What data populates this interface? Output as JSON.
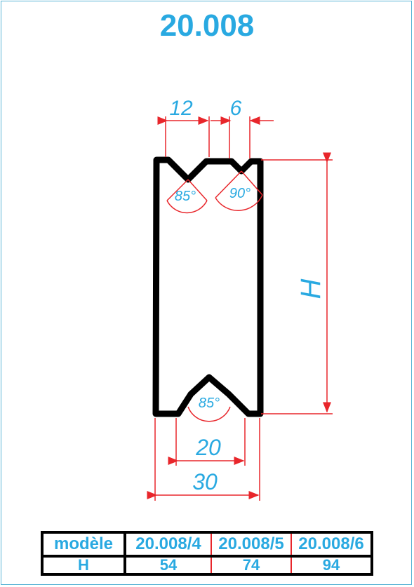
{
  "title": "20.008",
  "dimensions": {
    "top_left_width": "12",
    "top_right_width": "6",
    "height": "H",
    "bottom_groove_width": "20",
    "total_width": "30"
  },
  "angles": {
    "top_left": "85°",
    "top_right": "90°",
    "bottom": "85°"
  },
  "table": {
    "header_label": "modèle",
    "row_label": "H",
    "models": [
      "20.008/4",
      "20.008/5",
      "20.008/6"
    ],
    "heights": [
      "54",
      "74",
      "94"
    ]
  }
}
